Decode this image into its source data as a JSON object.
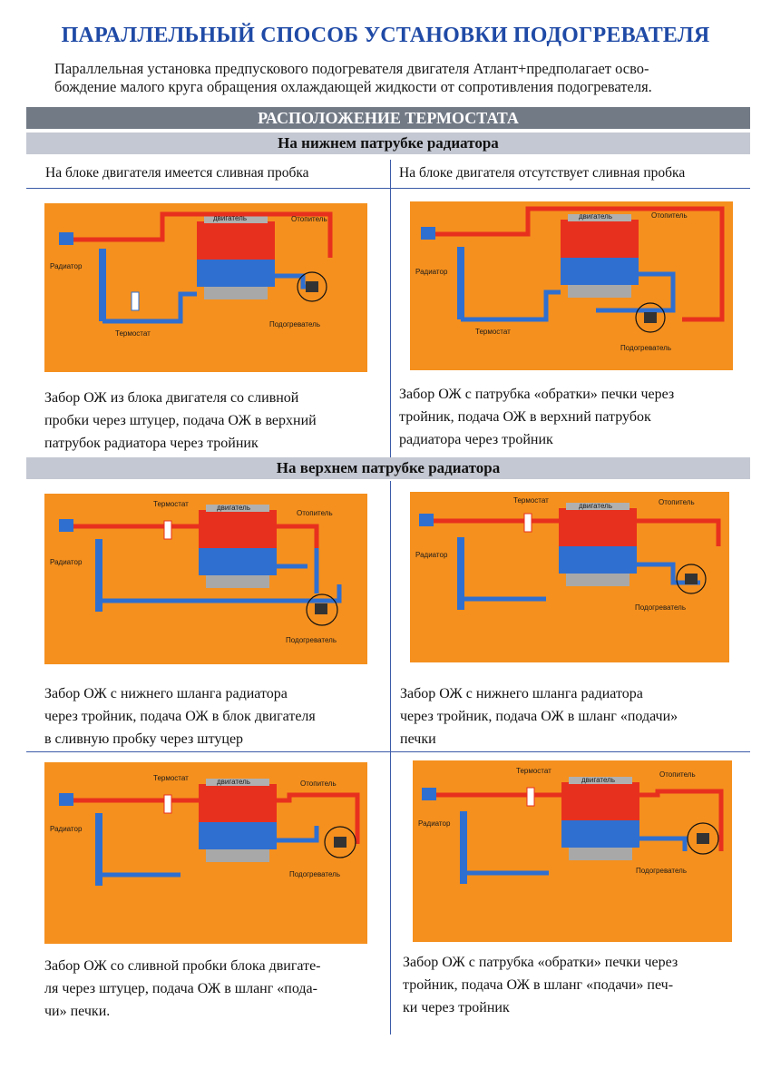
{
  "title": "ПАРАЛЛЕЛЬНЫЙ СПОСОБ УСТАНОВКИ ПОДОГРЕВАТЕЛЯ",
  "intro": [
    "Параллельная установка предпускового подогревателя двигателя Атлант+предполагает осво-",
    "бождение малого круга обращения охлаждающей жидкости от сопротивления подогревателя."
  ],
  "section_title": "РАСПОЛОЖЕНИЕ ТЕРМОСТАТА",
  "subsections": [
    "На нижнем патрубке радиатора",
    "На верхнем патрубке радиатора"
  ],
  "columns": [
    "На блоке двигателя имеется сливная пробка",
    "На блоке двигателя отсутствует сливная пробка"
  ],
  "diagram_labels": {
    "engine": "двигатель",
    "heater_core": "Отопитель",
    "radiator": "Радиатор",
    "thermostat": "Термостат",
    "preheater": "Подогреватель"
  },
  "captions": [
    [
      "Забор ОЖ из блока двигателя со сливной",
      "пробки через штуцер, подача ОЖ в верхний",
      "патрубок радиатора через тройник"
    ],
    [
      "Забор ОЖ с патрубка «обратки» печки через",
      "тройник, подача ОЖ в верхний патрубок",
      "радиатора через тройник"
    ],
    [
      "Забор ОЖ с нижнего шланга радиатора",
      "через тройник, подача ОЖ в блок двигателя",
      "в сливную пробку через штуцер"
    ],
    [
      "Забор ОЖ с нижнего шланга радиатора",
      "через тройник, подача ОЖ в шланг «подачи»",
      "печки"
    ],
    [
      "Забор ОЖ со сливной пробки блока двигате-",
      "ля через штуцер, подача ОЖ в шланг «пода-",
      "чи» печки."
    ],
    [
      "Забор ОЖ с патрубка «обратки» печки через",
      "тройник, подача ОЖ в шланг «подачи» печ-",
      "ки через тройник"
    ]
  ],
  "colors": {
    "title_blue": "#1f4aa6",
    "diagram_orange": "#f5901e",
    "pipe_red": "#e8301e",
    "pipe_blue": "#2f6fd0",
    "header_bar": "#727a86",
    "subheader_bar": "#c4c8d2"
  }
}
